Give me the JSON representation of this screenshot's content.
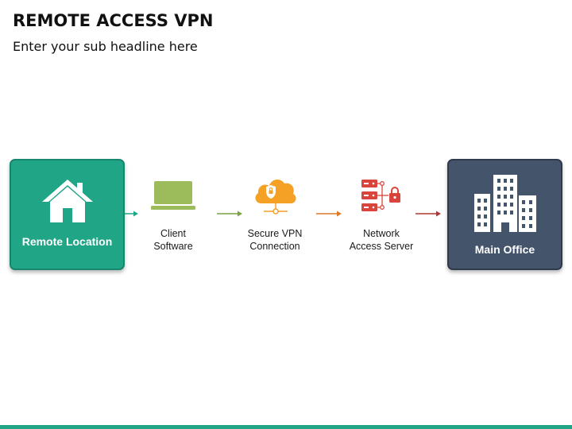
{
  "title": "REMOTE ACCESS VPN",
  "subtitle": "Enter your sub headline here",
  "nodes": {
    "remote": {
      "label": "Remote Location",
      "icon": "house-icon",
      "color": "#20a587"
    },
    "client": {
      "line1": "Client",
      "line2": "Software",
      "icon": "laptop-icon",
      "color": "#9cbc5b"
    },
    "secure": {
      "line1": "Secure VPN",
      "line2": "Connection",
      "icon": "cloud-shield-icon",
      "color": "#f4a126"
    },
    "server": {
      "line1": "Network",
      "line2": "Access Server",
      "icon": "server-lock-icon",
      "color": "#d9453d"
    },
    "office": {
      "label": "Main Office",
      "icon": "buildings-icon",
      "color": "#44546a"
    }
  },
  "arrows": [
    "#20a587",
    "#7aa33f",
    "#d9792a",
    "#b2352f"
  ]
}
